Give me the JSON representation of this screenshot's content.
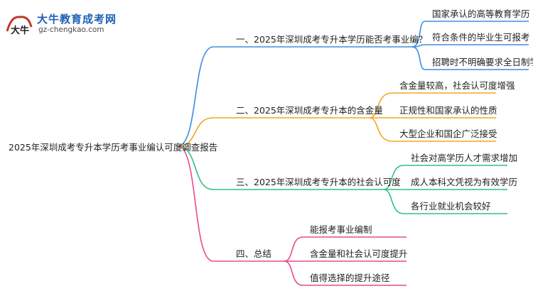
{
  "logo": {
    "title": "大牛教育成考网",
    "url": "gz-chengkao.com",
    "mark_text": "大牛"
  },
  "root": {
    "label": "2025年深圳成考专升本学历考事业编认可度调查报告"
  },
  "branches": [
    {
      "label": "一、2025年深圳成考专升本学历能否考事业编？",
      "color": "#3a8ee6",
      "children": [
        "国家承认的高等教育学历",
        "符合条件的毕业生可报考",
        "招聘时不明确要求全日制学历"
      ]
    },
    {
      "label": "二、2025年深圳成考专升本的含金量",
      "color": "#f5a623",
      "children": [
        "含金量较高，社会认可度增强",
        "正规性和国家承认的性质",
        "大型企业和国企广泛接受"
      ]
    },
    {
      "label": "三、2025年深圳成考专升本的社会认可度",
      "color": "#2ec27e",
      "children": [
        "社会对高学历人才需求增加",
        "成人本科文凭视为有效学历",
        "各行业就业机会较好"
      ]
    },
    {
      "label": "四、总结",
      "color": "#e84a8f",
      "children": [
        "能报考事业编制",
        "含金量和社会认可度提升",
        "值得选择的提升途径"
      ]
    }
  ]
}
